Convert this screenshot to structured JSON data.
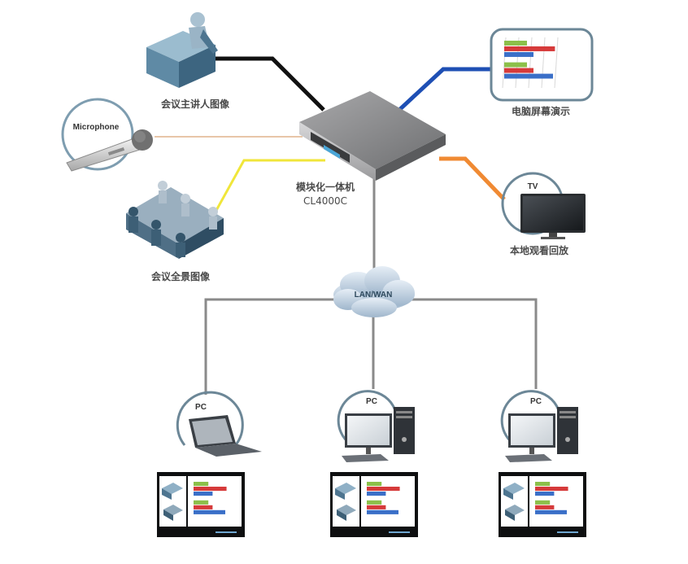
{
  "diagram": {
    "center_device": {
      "name": "模块化一体机",
      "model": "CL4000C"
    },
    "network": {
      "label": "LAN/WAN"
    },
    "inputs": [
      {
        "id": "speaker",
        "label": "会议主讲人图像",
        "link_color": "#111111"
      },
      {
        "id": "microphone",
        "label": "Microphone",
        "link_color": "#e8c6a8"
      },
      {
        "id": "panorama",
        "label": "会议全景图像",
        "link_color": "#f0e63a"
      }
    ],
    "outputs": [
      {
        "id": "screen",
        "label": "电脑屏幕演示",
        "link_color": "#1e4fb4"
      },
      {
        "id": "tv",
        "ring_label": "TV",
        "label": "本地观看回放",
        "link_color": "#f08a33"
      }
    ],
    "clients": [
      {
        "id": "pc-laptop",
        "ring_label": "PC",
        "type": "laptop"
      },
      {
        "id": "pc-desktop-1",
        "ring_label": "PC",
        "type": "desktop"
      },
      {
        "id": "pc-desktop-2",
        "ring_label": "PC",
        "type": "desktop"
      }
    ],
    "network_link_color": "#8a8a8a",
    "bar_colors": [
      "#8cc04a",
      "#d63a3a",
      "#3a6fc8"
    ]
  }
}
